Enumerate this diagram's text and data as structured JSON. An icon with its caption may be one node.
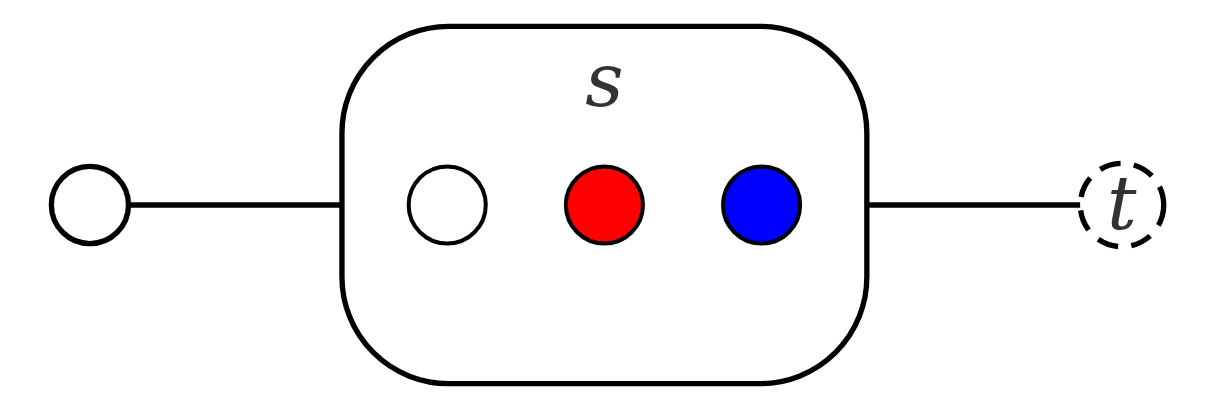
{
  "diagram": {
    "nodes": [
      {
        "text": [],
        "shape": "circle"
      },
      {
        "text": [
          "s"
        ]
      },
      {
        "text": [
          "t"
        ]
      },
      {
        "text": [],
        "shape": "circle",
        "in": 1
      },
      {
        "text": [],
        "shape": "circle",
        "in": 1
      },
      {
        "text": [],
        "shape": "circle",
        "in": 1
      }
    ],
    "edges": [
      {
        "from": 0,
        "to": 1,
        "arrow": "none"
      },
      {
        "from": 1,
        "to": 2,
        "arrow": "none"
      }
    ]
  }
}
